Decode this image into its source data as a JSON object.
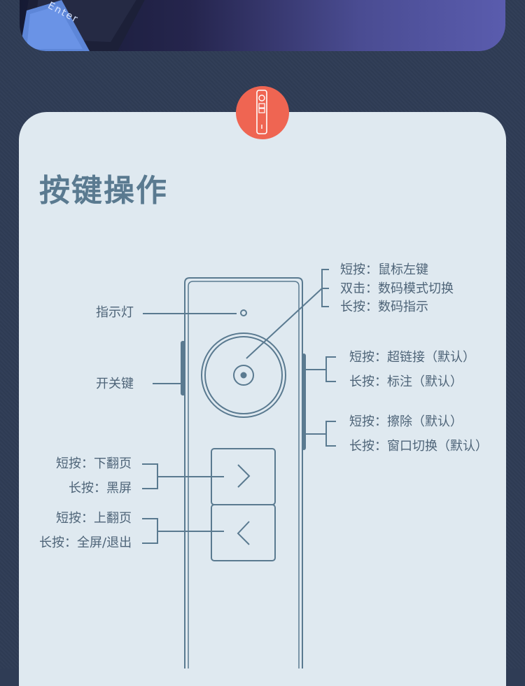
{
  "top_banner": {
    "enter_label": "Enter"
  },
  "section": {
    "title": "按键操作",
    "badge_icon": "remote-icon"
  },
  "labels": {
    "indicator_light": "指示灯",
    "power_switch": "开关键",
    "center_button": {
      "short_press": "短按：鼠标左键",
      "double_click": "双击：数码模式切换",
      "long_press": "长按：数码指示"
    },
    "side_button_upper": {
      "short_press": "短按：超链接（默认）",
      "long_press": "长按：标注（默认）"
    },
    "side_button_lower": {
      "short_press": "短按：擦除（默认）",
      "long_press": "长按：窗口切换（默认）"
    },
    "next_button": {
      "short_press": "短按：下翻页",
      "long_press": "长按：黑屏"
    },
    "prev_button": {
      "short_press": "短按：上翻页",
      "long_press": "长按：全屏/退出"
    }
  },
  "colors": {
    "background": "#2f3c55",
    "card": "#dfe9f0",
    "line": "#5a7a90",
    "text": "#4e6478",
    "badge": "#ef6552"
  }
}
